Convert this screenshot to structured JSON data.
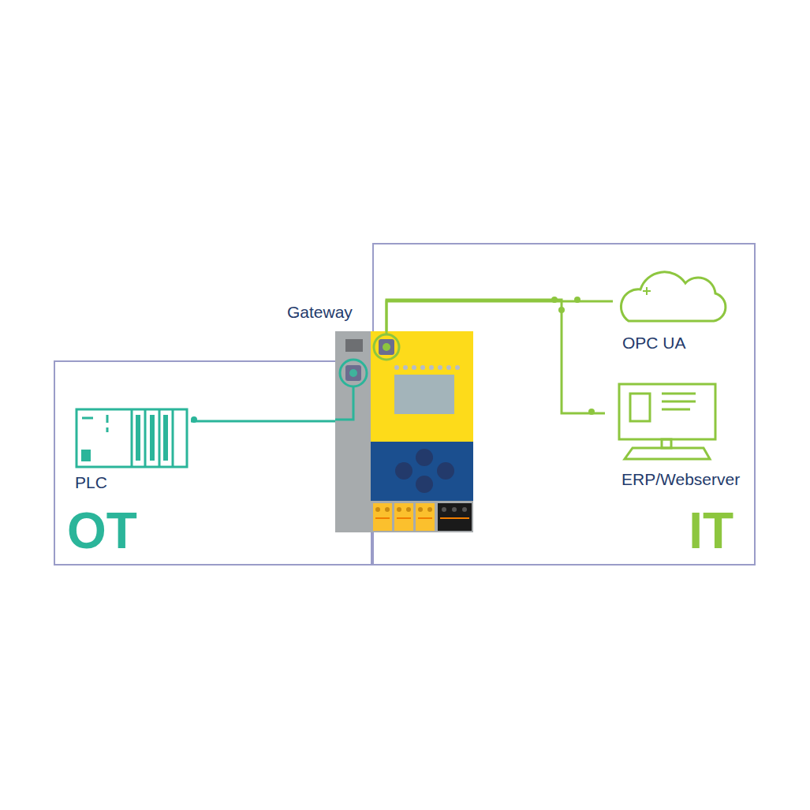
{
  "diagram": {
    "nodes": [
      {
        "text": [
          "OT"
        ]
      },
      {
        "text": [
          "IT"
        ]
      },
      {
        "text": [
          "PLC"
        ],
        "in": 0
      },
      {
        "text": [
          "Gateway"
        ]
      },
      {
        "text": [
          "OPC UA"
        ],
        "in": 1
      },
      {
        "text": [
          "ERP/Webserver"
        ],
        "in": 1
      }
    ],
    "edges": [
      {
        "from": 2,
        "to": 3,
        "arrow": "none"
      },
      {
        "from": 3,
        "to": 4,
        "arrow": "none"
      },
      {
        "from": 3,
        "to": 5,
        "arrow": "none"
      }
    ]
  }
}
